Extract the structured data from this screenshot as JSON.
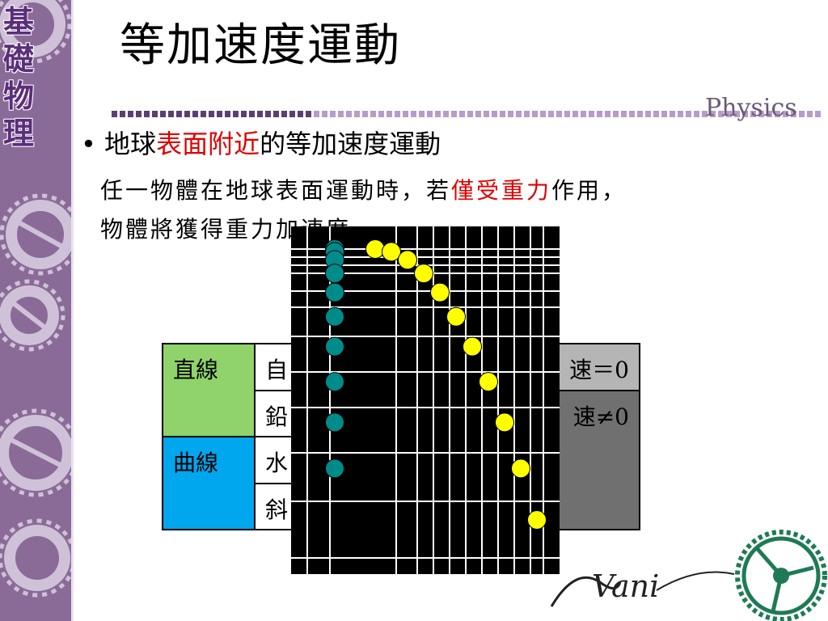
{
  "sidebar": {
    "title": [
      "基",
      "礎",
      "物",
      "理"
    ]
  },
  "title": "等加速度運動",
  "brand": {
    "physics_label": "Physics",
    "signature": "Vani"
  },
  "bullet": {
    "marker": "•",
    "text_before": "地球",
    "text_highlight": "表面附近",
    "text_after": "的等加速度運動"
  },
  "body": {
    "line1_before": "任一物體在地球表面運動時，若",
    "line1_highlight": "僅受重力",
    "line1_after": "作用，",
    "line2": "物體將獲得重力加速度"
  },
  "table": {
    "straight": "直線",
    "curve": "曲線",
    "row1_sub": "自",
    "row2_sub": "鉛",
    "row3_sub": "水",
    "row4_sub": "斜",
    "row1_right": "速＝0",
    "row2_right": "速≠0"
  },
  "animation": {
    "teal_balls": 10,
    "yellow_balls": 11,
    "colors": {
      "teal": "#008b8b",
      "yellow": "#ffff00",
      "background": "#000000",
      "grid": "#ffffff"
    }
  },
  "colors": {
    "sidebar": "#8a6b98",
    "accent_red": "#e00000",
    "straight_cell": "#8fd36a",
    "curve_cell": "#00a6ee"
  }
}
